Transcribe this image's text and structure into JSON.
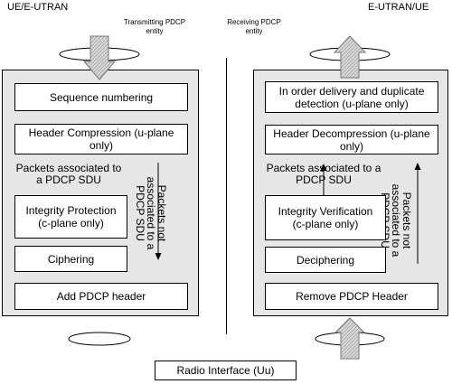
{
  "labels": {
    "left_corner": "UE/E-UTRAN",
    "right_corner": "E-UTRAN/UE",
    "transmitting_entity": "Transmitting PDCP entity",
    "receiving_entity": "Receiving PDCP entity",
    "radio_interface": "Radio Interface (Uu)"
  },
  "transmitting": {
    "sequence_numbering": "Sequence numbering",
    "header_compression": "Header Compression (u-plane only)",
    "packets_associated": "Packets associated to a PDCP SDU",
    "packets_not_associated": "Packets not associated to a PDCP SDU",
    "integrity_protection": "Integrity Protection (c-plane only)",
    "ciphering": "Ciphering",
    "add_header": "Add PDCP header"
  },
  "receiving": {
    "in_order_delivery": "In order delivery and duplicate detection (u-plane only)",
    "header_decompression": "Header Decompression (u-plane only)",
    "packets_associated": "Packets associated to a PDCP SDU",
    "packets_not_associated": "Packets not associated to a PDCP SDU",
    "integrity_verification": "Integrity Verification (c-plane only)",
    "deciphering": "Deciphering",
    "remove_header": "Remove PDCP Header"
  },
  "colors": {
    "panel_fill": "#e6e6e6",
    "arrow_fill": "#d9d9d9"
  }
}
